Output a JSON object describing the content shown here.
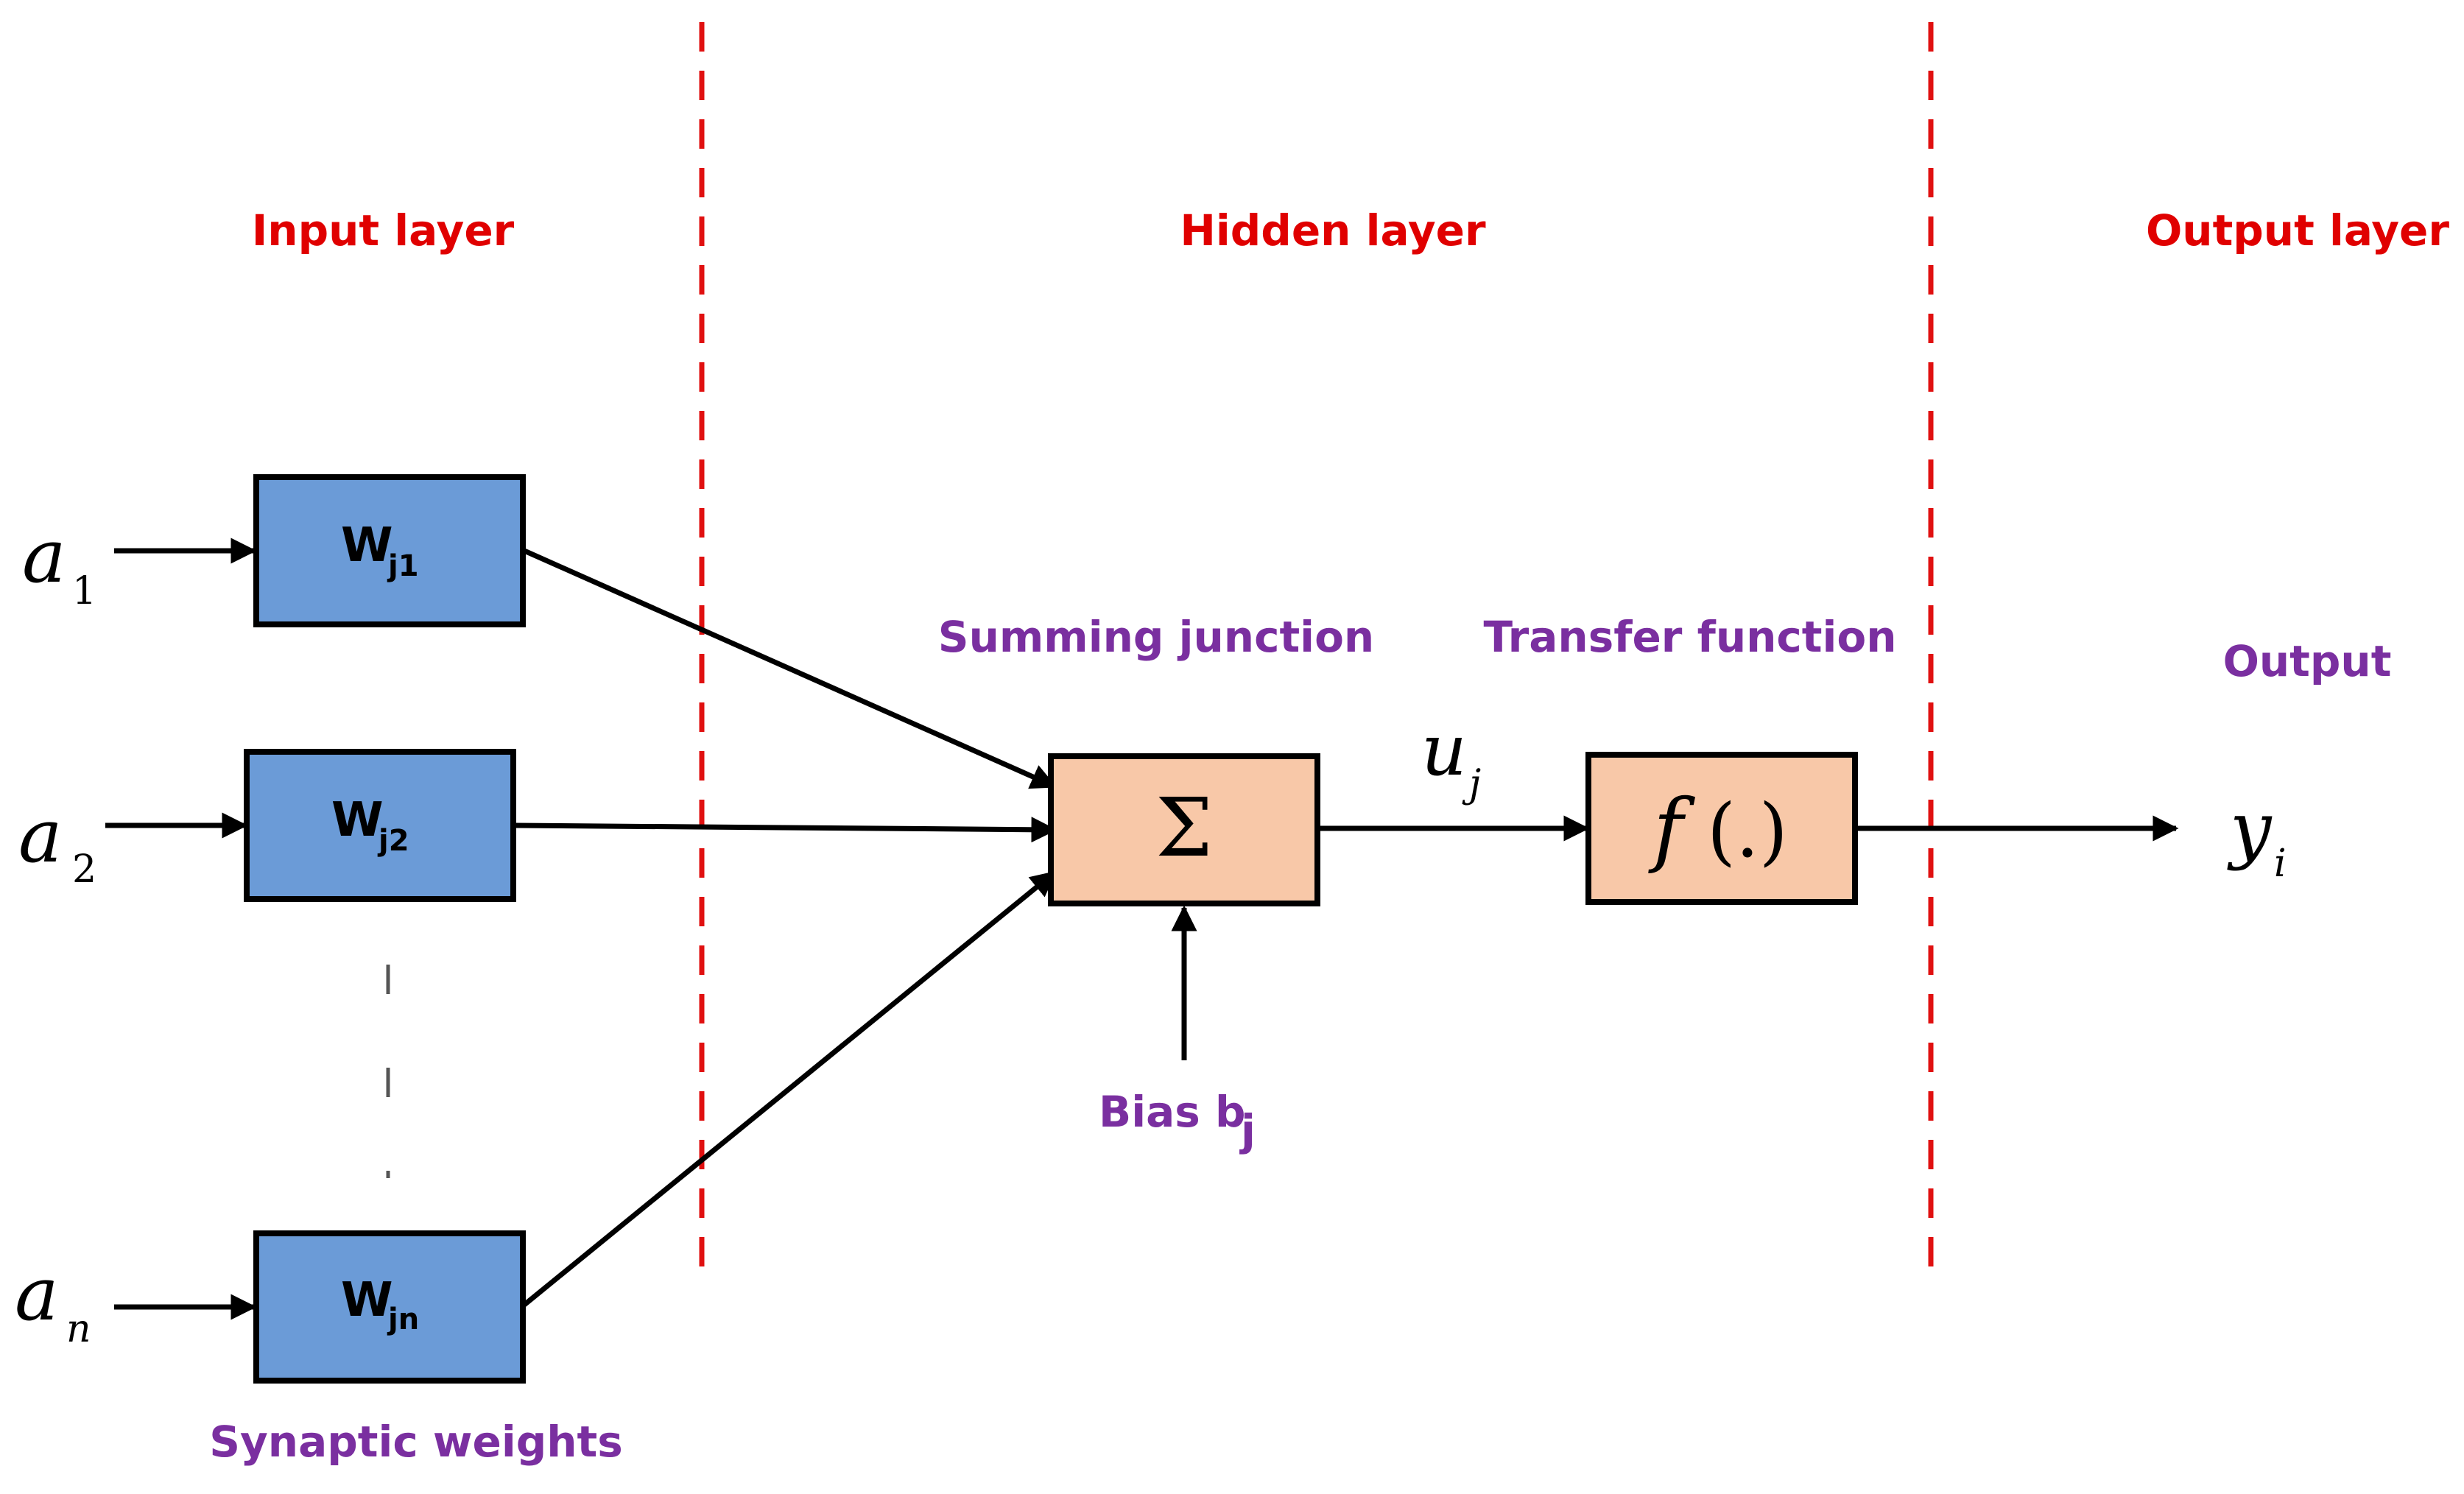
{
  "layers": {
    "input": "Input layer",
    "hidden": "Hidden layer",
    "output": "Output layer"
  },
  "inputs": [
    {
      "var": "a",
      "sub": "1",
      "weight_main": "W",
      "weight_sub": "j1"
    },
    {
      "var": "a",
      "sub": "2",
      "weight_main": "W",
      "weight_sub": "j2"
    },
    {
      "var": "a",
      "sub": "n",
      "weight_main": "W",
      "weight_sub": "jn"
    }
  ],
  "labels": {
    "synaptic_weights": "Synaptic weights",
    "summing_junction": "Summing junction",
    "transfer_function": "Transfer function",
    "output": "Output",
    "bias_main": "Bias b",
    "bias_sub": "j"
  },
  "symbols": {
    "sum": "Σ",
    "f": "f",
    "f_args": "(.)",
    "u_main": "u",
    "u_sub": "j",
    "y_main": "y",
    "y_sub": "i"
  },
  "colors": {
    "layer_title": "#e00000",
    "annotation": "#7a2fa0",
    "weight_box": "#6b9bd7",
    "operator_box": "#f8c8a8",
    "divider": "#e01010"
  }
}
